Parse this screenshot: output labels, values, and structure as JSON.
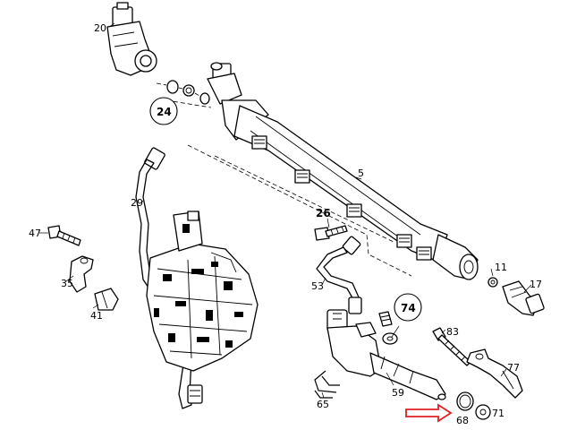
{
  "callouts": {
    "p5": "5",
    "p11": "11",
    "p17": "17",
    "p20": "20",
    "p24": "24",
    "p26": "26",
    "p29": "29",
    "p35": "35",
    "p41": "41",
    "p47": "47",
    "p53": "53",
    "p59": "59",
    "p65": "65",
    "p68": "68",
    "p71": "71",
    "p74": "74",
    "p77": "77",
    "p83": "83"
  },
  "colors": {
    "line": "#000000",
    "background": "#ffffff",
    "highlight_arrow": "#e02020"
  }
}
